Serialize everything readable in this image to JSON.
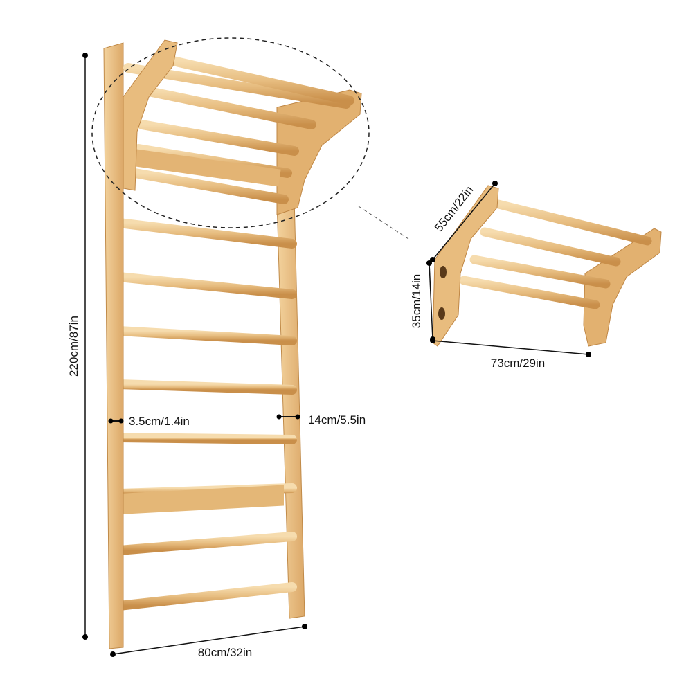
{
  "colors": {
    "wood": "#e9c184",
    "wood_dark": "#c98f4a",
    "wood_light": "#f6dcae",
    "line": "#111111"
  },
  "dimensions": {
    "height": "220cm/87in",
    "width": "80cm/32in",
    "rung_diameter": "3.5cm/1.4in",
    "rail_depth": "14cm/5.5in",
    "bar_depth": "55cm/22in",
    "bar_height": "35cm/14in",
    "bar_width": "73cm/29in"
  }
}
